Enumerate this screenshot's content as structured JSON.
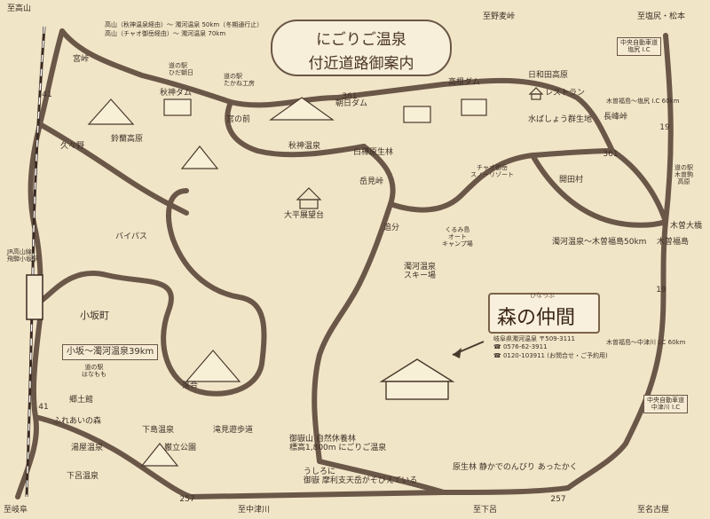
{
  "title": {
    "line1": "にごりご温泉",
    "line2": "付近道路御案内"
  },
  "compass": {
    "to_takayama": "至高山",
    "to_nomugi": "至野麦峠",
    "to_shiojiri": "至塩尻・松本",
    "to_gifu": "至岐阜",
    "to_nakatsugawa": "至中津川",
    "to_gero": "至下呂",
    "to_nagoya": "至名古屋"
  },
  "distance_note": {
    "line1": "高山（秋神温泉経由）～ 濁河温泉 50km（冬期通行止）",
    "line2": "高山（チャオ御岳経由）～ 濁河温泉 70km"
  },
  "places": {
    "miyatoge": "宮峠",
    "michinoeki_hida_asahi": "道の駅\nひだ朝日",
    "michinoeki_takane": "道の駅\nたかね工房",
    "akigami_dam": "秋神ダム",
    "asahi_dam": "朝日ダム",
    "takane_dam": "高根ダム",
    "hiwada_kogen": "日和田高原",
    "restaurant": "レストラン",
    "mizubasho": "水ばしょう群生地",
    "nagamine_toge": "長峰峠",
    "kainoda": "開田村",
    "miyanomae": "宮の前",
    "suzuran_kogen": "鈴蘭高原",
    "akigami_onsen": "秋神温泉",
    "shirakaba": "白樺原生林",
    "kuguno": "久々野",
    "ciao_ontake": "チャオ御岳\nスノーリゾート",
    "onimiyama": "岳見峠",
    "ohira_tenbodai": "大平展望台",
    "oiwake": "追分",
    "bypass": "バイパス",
    "jr_line": "JR高山線\n飛騨小坂駅",
    "kurumijima": "くるみ島\nオート\nキャンプ場",
    "nigorigo_ski": "濁河温泉\nスキー場",
    "osaka_town": "小坂町",
    "osaka_distance": "小坂～濁河温泉39km",
    "michinoeki_hanamomo": "道の駅\nはなもも",
    "gokyokan": "郷土館",
    "fureai": "ふれあいの森",
    "ochiai": "落合",
    "shimojima": "下島温泉",
    "yuya_onsen": "湯屋温泉",
    "ganritsu": "巌立公園",
    "takimi": "滝見遊歩道",
    "gero_onsen": "下呂温泉",
    "kiso_michinoeki": "道の駅\n木曽駒\n高原",
    "kiso_ohashi": "木曽大橋",
    "kiso_fukushima": "木曽福島",
    "nigorigo_kiso": "濁河温泉～木曽福島50km"
  },
  "info_boxes": {
    "chuo_shiojiri": "中央自動車道\n塩尻 I.C",
    "kiso_shiojiri_dist": "木曽福島～塩尻 I.C 60km",
    "kiso_nakatsugawa_dist": "木曽福島～中津川 I.C 60km",
    "chuo_nakatsugawa": "中央自動車道\n中津川 I.C"
  },
  "routes": {
    "r41a": "41",
    "r41b": "41",
    "r361a": "361",
    "r361b": "361",
    "r19a": "19",
    "r19b": "19",
    "r257a": "257",
    "r257b": "257"
  },
  "brand": {
    "ruby": "ひなっぷ",
    "name": "森の仲間",
    "address": "岐阜県濁河温泉",
    "zip": "〒509-3111",
    "tel1": "☎ 0576-62-3911",
    "tel2": "☎ 0120-103911",
    "tel2_note": "(お問合せ・ご予約用)"
  },
  "bottom_text": {
    "ontake_forest": "御嶽山 自然休養林\n標高1,800m にごりご温泉",
    "ushiro": "うしろに\n御嶽 摩利支天岳がそびえている",
    "genseirin": "原生林 静かでのんびり あったかく"
  }
}
